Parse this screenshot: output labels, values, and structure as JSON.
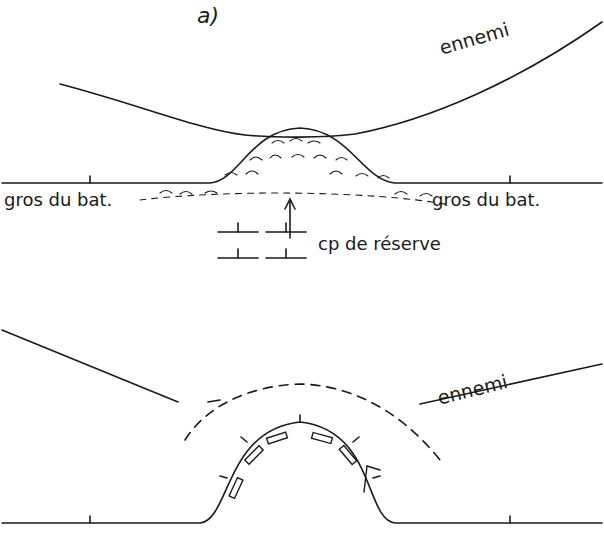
{
  "diagram": {
    "labels": [
      "a)",
      "ennemi",
      "gros du bat.",
      "gros du bat.",
      "cp de réserve",
      "ennemi"
    ]
  }
}
